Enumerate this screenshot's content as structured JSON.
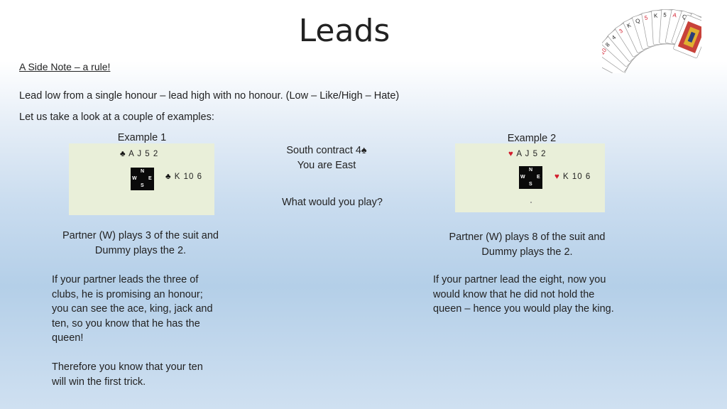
{
  "slide": {
    "title": "Leads",
    "side_note": "A Side Note – a rule!",
    "rule": "Lead low from a single honour – lead high with no honour. (Low – Like/High – Hate)",
    "examples_intro": "Let us take a look at a couple of  examples:"
  },
  "example1": {
    "label": "Example 1",
    "north_suit": "♣",
    "north_cards": "A J 5 2",
    "east_suit": "♣",
    "east_cards": "K 10 6",
    "compass": {
      "n": "N",
      "w": "W",
      "e": "E",
      "s": "S"
    },
    "partner_line": "Partner (W) plays 3 of the suit and Dummy plays the 2.",
    "explanation": [
      "If your partner leads the three of",
      "clubs, he is promising an honour;",
      "you can see the ace, king, jack and",
      "ten, so you know that he has the",
      "queen!"
    ],
    "conclusion": [
      "Therefore you know that your ten",
      "will win the first trick."
    ]
  },
  "middle": {
    "contract": "South contract 4♠",
    "you_are": "You are East",
    "question": "What would you play?"
  },
  "example2": {
    "label": "Example 2",
    "north_suit": "♥",
    "north_cards": "A J 5 2",
    "east_suit": "♥",
    "east_cards": "K 10 6",
    "compass": {
      "n": "N",
      "w": "W",
      "e": "E",
      "s": "S"
    },
    "partner_line": "Partner (W) plays 8 of the suit and Dummy plays the 2.",
    "explanation": [
      "If your partner lead the eight, now you",
      "would know that he did not hold the",
      "queen – hence you would play the king."
    ]
  },
  "decor": {
    "fan_icon": "playing-cards-fan-icon",
    "fan_ranks": [
      "A",
      "10",
      "8",
      "4",
      "3",
      "K",
      "Q",
      "5",
      "K",
      "5",
      "A",
      "Q",
      "K"
    ]
  },
  "colors": {
    "heart": "#d21c2c",
    "board": "#e9efd9"
  }
}
